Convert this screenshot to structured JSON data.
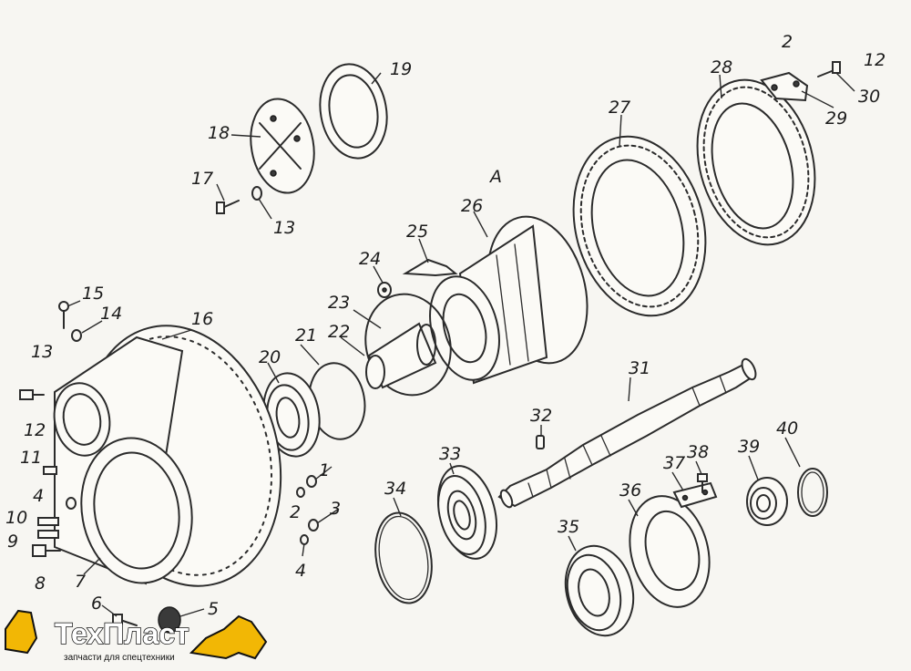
{
  "labels": {
    "l1": "1",
    "l2": "2",
    "l2b": "2",
    "l3": "3",
    "l4a": "4",
    "l4b": "4",
    "l5": "5",
    "l6": "6",
    "l7": "7",
    "l8": "8",
    "l9": "9",
    "l10": "10",
    "l11": "11",
    "l12": "12",
    "l12b": "12",
    "l13a": "13",
    "l13b": "13",
    "l14": "14",
    "l15": "15",
    "l16": "16",
    "l17": "17",
    "l18": "18",
    "l19": "19",
    "l20": "20",
    "l21": "21",
    "l22": "22",
    "l23": "23",
    "l24": "24",
    "l25": "25",
    "l26": "26",
    "l27": "27",
    "l28": "28",
    "l29": "29",
    "l30": "30",
    "l31": "31",
    "l32": "32",
    "l33": "33",
    "l34": "34",
    "l35": "35",
    "l36": "36",
    "l37": "37",
    "l38": "38",
    "l39": "39",
    "l40": "40",
    "lA": "A"
  },
  "logo": {
    "name": "ТехПласт",
    "tagline": "запчасти для спецтехники"
  },
  "colors": {
    "line": "#2b2b2b",
    "paper": "#f7f6f2",
    "logo_yellow": "#f2b705"
  }
}
